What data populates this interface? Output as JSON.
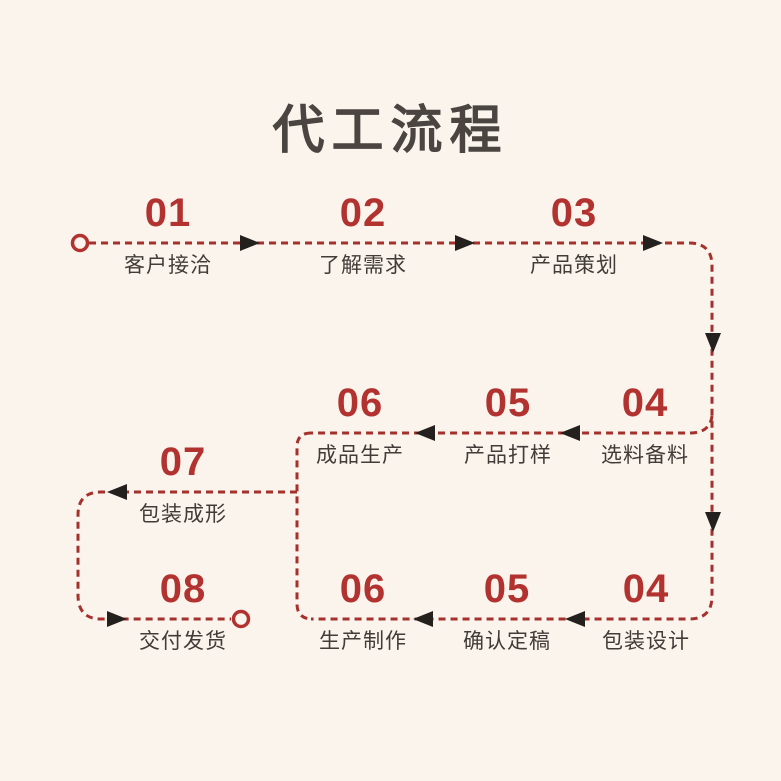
{
  "title": "代工流程",
  "colors": {
    "background": "#fbf4ed",
    "step_number_red": "#b23230",
    "dashed_line_red": "#a5312d",
    "arrowhead_black": "#23201d",
    "label_text": "#413c38",
    "title_text": "#4a4541"
  },
  "flow": {
    "start_marker": "open-circle",
    "end_marker": "open-circle",
    "line_style": "dashed"
  },
  "steps": [
    {
      "num": "01",
      "label": "客户接洽"
    },
    {
      "num": "02",
      "label": "了解需求"
    },
    {
      "num": "03",
      "label": "产品策划"
    },
    {
      "num": "04",
      "label": "选料备料"
    },
    {
      "num": "05",
      "label": "产品打样"
    },
    {
      "num": "06",
      "label": "成品生产"
    },
    {
      "num": "07",
      "label": "包装成形"
    },
    {
      "num": "04",
      "label": "包装设计"
    },
    {
      "num": "05",
      "label": "确认定稿"
    },
    {
      "num": "06",
      "label": "生产制作"
    },
    {
      "num": "08",
      "label": "交付发货"
    }
  ]
}
